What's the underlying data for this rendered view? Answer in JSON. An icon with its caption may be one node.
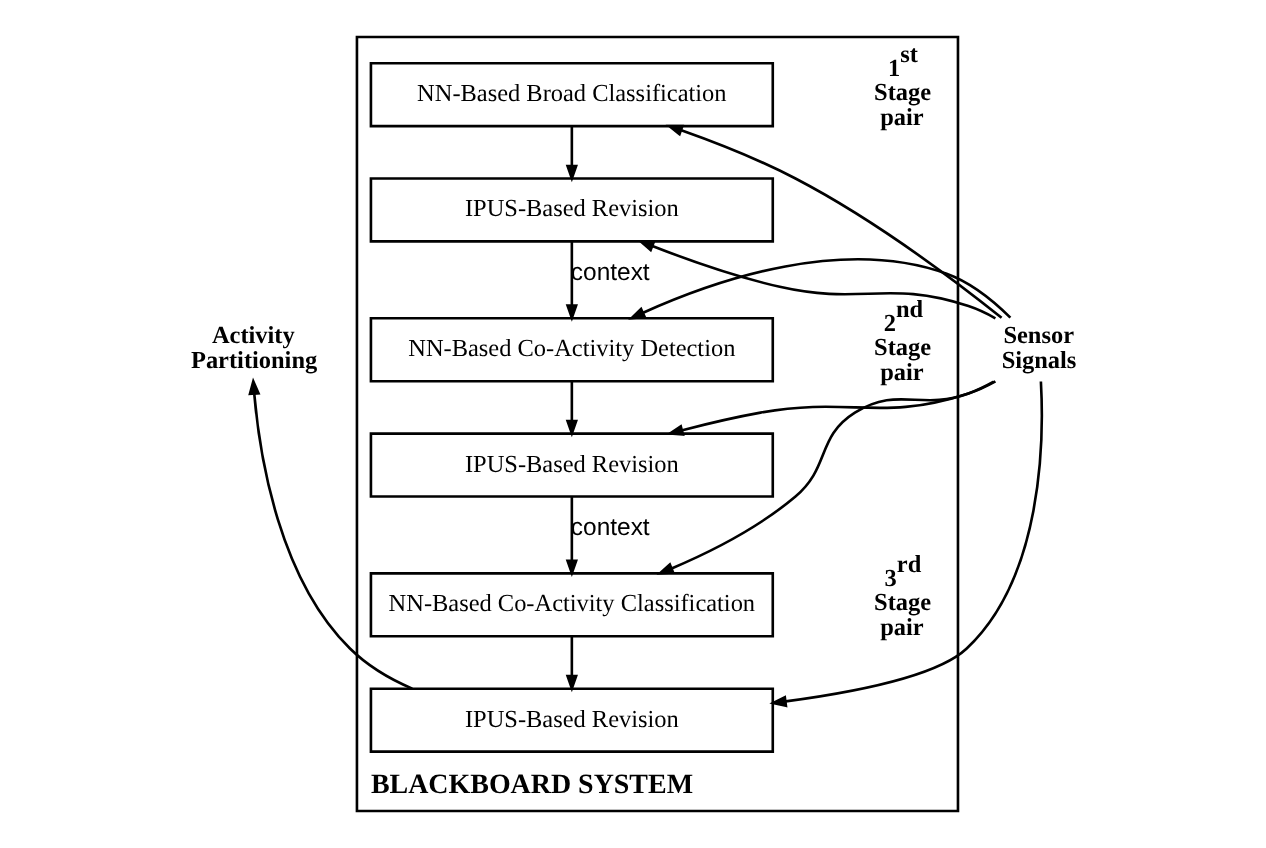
{
  "diagram": {
    "nodes": [
      {
        "text": [
          "BLACKBOARD SYSTEM"
        ]
      },
      {
        "text": [
          "NN-Based Broad Classification"
        ],
        "in": 0
      },
      {
        "text": [
          "IPUS-Based Revision"
        ],
        "in": 0
      },
      {
        "text": [
          "NN-Based Co-Activity Detection"
        ],
        "in": 0
      },
      {
        "text": [
          "IPUS-Based Revision"
        ],
        "in": 0
      },
      {
        "text": [
          "NN-Based Co-Activity Classification"
        ],
        "in": 0
      },
      {
        "text": [
          "IPUS-Based Revision"
        ],
        "in": 0
      },
      {
        "text": [
          "Sensor Signals"
        ]
      },
      {
        "text": [
          "Activity Partitioning"
        ]
      }
    ],
    "edges": [
      {
        "from": 7,
        "to": 1,
        "arrow": "to"
      },
      {
        "from": 7,
        "to": 2,
        "arrow": "to"
      },
      {
        "from": 7,
        "to": 3,
        "arrow": "to"
      },
      {
        "from": 7,
        "to": 4,
        "arrow": "to"
      },
      {
        "from": 7,
        "to": 5,
        "arrow": "to"
      },
      {
        "from": 7,
        "to": 6,
        "arrow": "to"
      },
      {
        "from": 1,
        "to": 2,
        "arrow": "to"
      },
      {
        "from": 2,
        "to": 3,
        "label": "context",
        "arrow": "to"
      },
      {
        "from": 3,
        "to": 4,
        "arrow": "to"
      },
      {
        "from": 4,
        "to": 5,
        "label": "context",
        "arrow": "to"
      },
      {
        "from": 5,
        "to": 6,
        "arrow": "to"
      },
      {
        "from": 6,
        "to": 8,
        "arrow": "to"
      }
    ],
    "labels": [
      "1$^{st}$ Stage pair",
      "2$^{nd}$ Stage pair",
      "3$^{rd}$ Stage pair"
    ]
  }
}
